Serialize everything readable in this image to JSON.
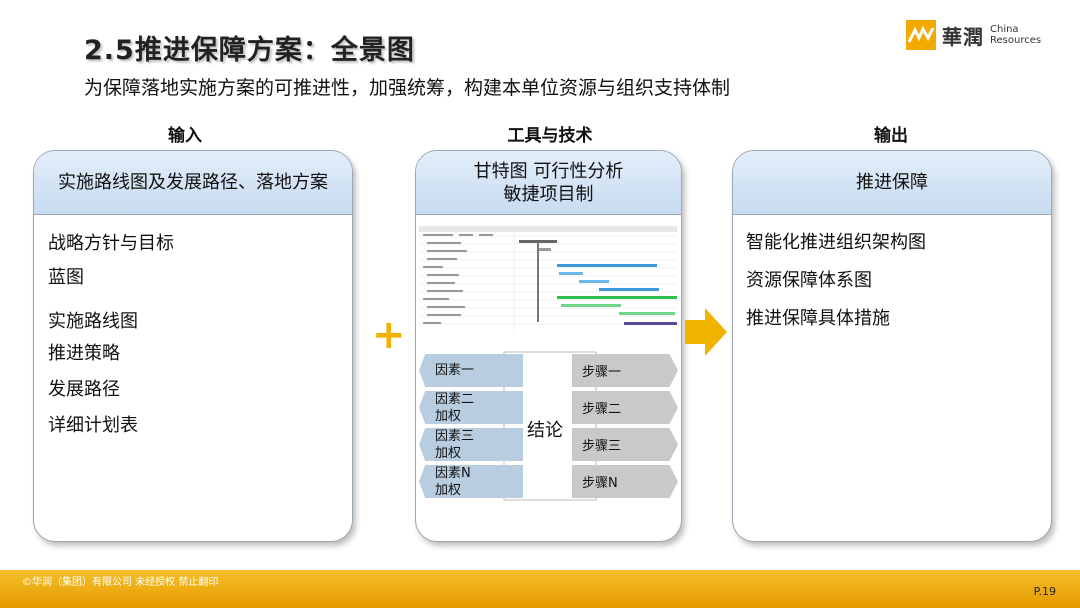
{
  "header": {
    "title": "2.5推进保障方案：全景图",
    "subtitle": "为保障落地实施方案的可推进性，加强统筹，构建本单位资源与组织支持体制",
    "logo_cn": "華潤",
    "logo_en_line1": "China",
    "logo_en_line2": "Resources"
  },
  "columns": {
    "input_label": "输入",
    "tools_label": "工具与技术",
    "output_label": "输出"
  },
  "input_panel": {
    "head": "实施路线图及发展路径、落地方案",
    "items": [
      "战略方针与目标",
      "蓝图",
      "实施路线图",
      "推进策略",
      "发展路径",
      "详细计划表"
    ]
  },
  "tools_panel": {
    "head_line1": "甘特图 可行性分析",
    "head_line2": "敏捷项目制",
    "factors": [
      {
        "line1": "因素一",
        "line2": ""
      },
      {
        "line1": "因素二",
        "line2": "加权"
      },
      {
        "line1": "因素三",
        "line2": "加权"
      },
      {
        "line1": "因素N",
        "line2": "加权"
      }
    ],
    "conclusion": "结论",
    "steps": [
      "步骤一",
      "步骤二",
      "步骤三",
      "步骤N"
    ]
  },
  "output_panel": {
    "head": "推进保障",
    "items": [
      "智能化推进组织架构图",
      "资源保障体系图",
      "推进保障具体措施"
    ]
  },
  "symbols": {
    "plus": "+"
  },
  "footer": {
    "copyright": "©华润（集团）有限公司 未经授权 禁止翻印",
    "page": "P.19"
  },
  "colors": {
    "accent": "#f2b200",
    "panel_head": "#c7dbf0",
    "factor_bg": "#b8cde0",
    "step_bg": "#c9c9c9",
    "footer": "#f0ae10"
  }
}
